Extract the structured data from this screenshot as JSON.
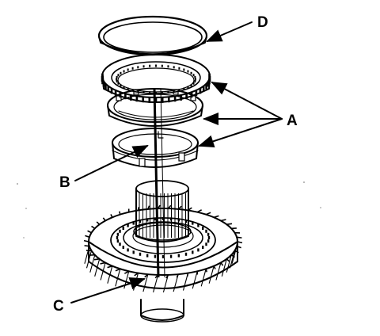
{
  "labels": {
    "a": "A",
    "b": "B",
    "c": "C",
    "d": "D"
  },
  "colors": {
    "ink": "#000000",
    "paper": "#ffffff",
    "shade": "#d9d9d9"
  }
}
